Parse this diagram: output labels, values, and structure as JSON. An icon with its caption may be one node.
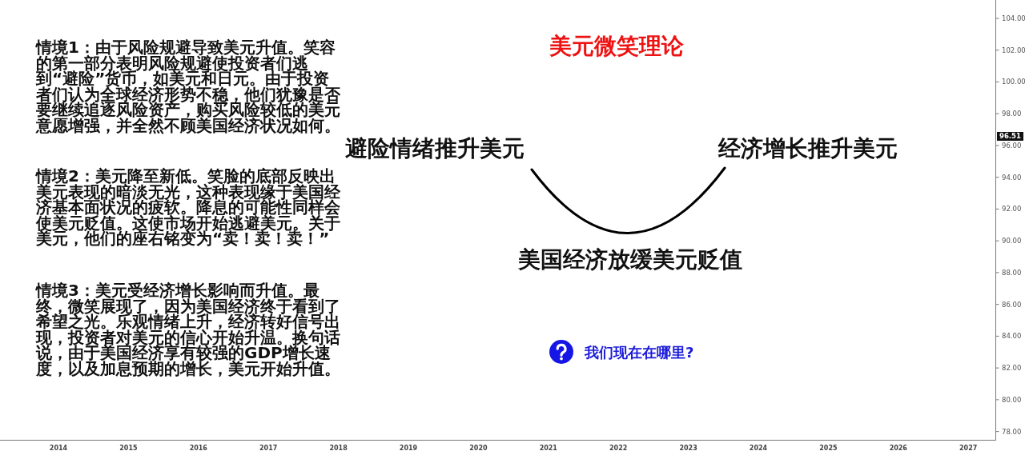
{
  "diagram": {
    "title": "美元微笑理论",
    "labels": [
      "情境1：由于风险规避导致美元升值。笑容的第一部分表明风险规避使投资者们逃到“避险”货币，如美元和日元。由于投资者们认为全球经济形势不稳，他们犹豫是否要继续追逐风险资产，购买风险较低的美元意愿增强，并全然不顾美国经济状况如何。",
      "情境2：美元降至新低。笑脸的底部反映出美元表现的暗淡无光，这种表现缘于美国经济基本面状况的疲软。降息的可能性同样会使美元贬值。这使市场开始逃避美元。关于美元，他们的座右铭变为“卖！卖！卖！”",
      "情境3：美元受经济增长影响而升值。最终，微笑展现了，因为美国经济终于看到了希望之光。乐观情绪上升，经济转好信号出现，投资者对美元的信心开始升温。换句话说，由于美国经济享有较强的GDP增长速度，以及加息预期的增长，美元开始升值。",
      "避险情绪推升美元",
      "经济增长推升美元",
      "美国经济放缓美元贬值",
      "我们现在在哪里?",
      "104.00",
      "102.00",
      "100.00",
      "98.00",
      "96.00",
      "94.00",
      "92.00",
      "90.00",
      "88.00",
      "86.00",
      "84.00",
      "82.00",
      "80.00",
      "78.00",
      "96.51",
      "2014",
      "2015",
      "2016",
      "2017",
      "2018",
      "2019",
      "2020",
      "2021",
      "2022",
      "2023",
      "2024",
      "2025",
      "2026",
      "2027"
    ]
  }
}
